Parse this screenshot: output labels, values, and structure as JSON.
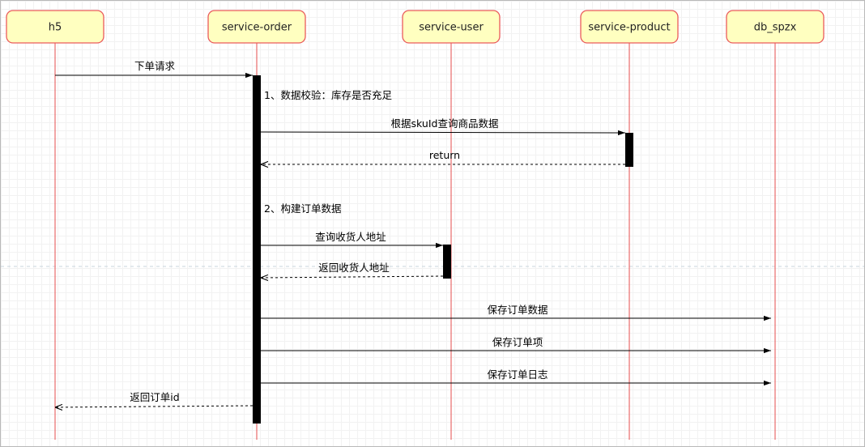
{
  "participants": [
    {
      "id": "h5",
      "label": "h5"
    },
    {
      "id": "order",
      "label": "service-order"
    },
    {
      "id": "user",
      "label": "service-user"
    },
    {
      "id": "product",
      "label": "service-product"
    },
    {
      "id": "db",
      "label": "db_spzx"
    }
  ],
  "messages": [
    {
      "id": "m1",
      "from": "h5",
      "to": "order",
      "label": "下单请求",
      "style": "solid"
    },
    {
      "id": "m2",
      "from": "order",
      "to": "product",
      "label": "根据skuId查询商品数据",
      "style": "solid"
    },
    {
      "id": "m3",
      "from": "product",
      "to": "order",
      "label": "return",
      "style": "dashed"
    },
    {
      "id": "m4",
      "from": "order",
      "to": "user",
      "label": "查询收货人地址",
      "style": "solid"
    },
    {
      "id": "m5",
      "from": "user",
      "to": "order",
      "label": "返回收货人地址",
      "style": "dashed"
    },
    {
      "id": "m6",
      "from": "order",
      "to": "db",
      "label": "保存订单数据",
      "style": "solid"
    },
    {
      "id": "m7",
      "from": "order",
      "to": "db",
      "label": "保存订单项",
      "style": "solid"
    },
    {
      "id": "m8",
      "from": "order",
      "to": "db",
      "label": "保存订单日志",
      "style": "solid"
    },
    {
      "id": "m9",
      "from": "order",
      "to": "h5",
      "label": "返回订单id",
      "style": "dashed"
    }
  ],
  "notes": [
    {
      "id": "n1",
      "text": "1、数据校验：库存是否充足"
    },
    {
      "id": "n2",
      "text": "2、构建订单数据"
    }
  ],
  "colors": {
    "participant_fill": "#ffffc0",
    "participant_border": "#ea5b5b",
    "lifeline": "#ea6b6b",
    "activation": "#000000"
  }
}
